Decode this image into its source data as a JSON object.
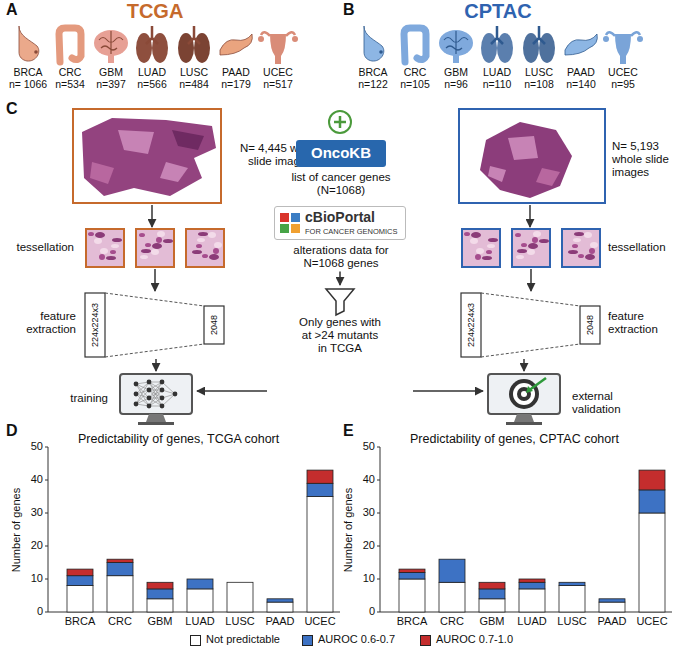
{
  "diagram": {
    "nodes": [
      {
        "text": [
          "N= 4,445 whole slide images"
        ]
      },
      {
        "text": [
          "tessellation"
        ]
      },
      {
        "text": [
          "224x224x3",
          "2048",
          "feature extraction"
        ]
      },
      {
        "text": [
          "training"
        ]
      },
      {
        "text": [
          "OncoKB",
          "list of cancer genes (N=1068)"
        ]
      },
      {
        "text": [
          "cBioPortal",
          "FOR CANCER GENOMICS",
          "alterations data for N=1068 genes"
        ]
      },
      {
        "text": [
          "Only genes with at >24 mutants in TCGA"
        ]
      },
      {
        "text": [
          "N= 5,193 whole slide images"
        ]
      },
      {
        "text": [
          "tessellation"
        ]
      },
      {
        "text": [
          "224x224x3",
          "2048",
          "feature extraction"
        ]
      },
      {
        "text": [
          "external validation"
        ]
      }
    ],
    "edges": [
      {
        "from": 0,
        "to": 1,
        "arrow": "to"
      },
      {
        "from": 1,
        "to": 2,
        "arrow": "to"
      },
      {
        "from": 2,
        "to": 3,
        "arrow": "to"
      },
      {
        "from": 5,
        "to": 6,
        "arrow": "to"
      },
      {
        "from": 6,
        "to": 3,
        "arrow": "to"
      },
      {
        "from": 6,
        "to": 10,
        "arrow": "to"
      },
      {
        "from": 7,
        "to": 8,
        "arrow": "to"
      },
      {
        "from": 8,
        "to": 9,
        "arrow": "to"
      },
      {
        "from": 9,
        "to": 10,
        "arrow": "to"
      }
    ],
    "labels": [
      "A",
      "TCGA",
      "B",
      "CPTAC",
      "BRCA",
      "n= 1066",
      "CRC",
      "n=534",
      "GBM",
      "n=397",
      "LUAD",
      "n=566",
      "LUSC",
      "n=484",
      "PAAD",
      "n=179",
      "UCEC",
      "n=517",
      "BRCA",
      "n=122",
      "CRC",
      "n=105",
      "GBM",
      "n=96",
      "LUAD",
      "n=110",
      "LUSC",
      "n=108",
      "PAAD",
      "n=140",
      "UCEC",
      "n=95",
      "C",
      "D",
      "Predictability of genes, TCGA cohort",
      "Number of genes",
      "0",
      "10",
      "20",
      "30",
      "40",
      "50",
      "BRCA",
      "CRC",
      "GBM",
      "LUAD",
      "LUSC",
      "PAAD",
      "UCEC",
      "E",
      "Predictability of genes, CPTAC cohort",
      "Number of genes",
      "0",
      "10",
      "20",
      "30",
      "40",
      "50",
      "BRCA",
      "CRC",
      "GBM",
      "LUAD",
      "LUSC",
      "PAAD",
      "UCEC"
    ],
    "legend": [
      {
        "text": "Not predictable",
        "color": "#ffffff"
      },
      {
        "text": "AUROC 0.6-0.7",
        "color": "#3d72c4"
      },
      {
        "text": "AUROC 0.7-1.0",
        "color": "#c42d2d"
      }
    ]
  }
}
